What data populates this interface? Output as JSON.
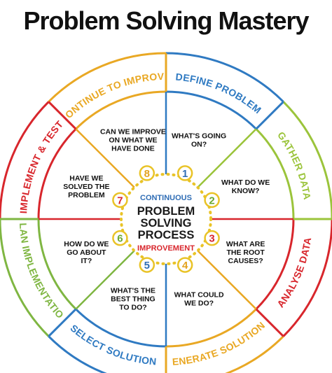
{
  "title": "Problem Solving Mastery",
  "center": {
    "top": "CONTINUOUS",
    "line1": "PROBLEM",
    "line2": "SOLVING",
    "line3": "PROCESS",
    "bottom": "IMPROVEMENT",
    "top_color": "#2f6db5",
    "bottom_color": "#d8262c"
  },
  "segments": [
    {
      "label": "DEFINE PROBLEM",
      "color": "#2f7ac2",
      "question": [
        "WHAT'S GOING",
        "ON?"
      ],
      "number": "1",
      "num_color": "#2f6db5"
    },
    {
      "label": "GATHER DATA",
      "color": "#9bc43b",
      "question": [
        "WHAT DO WE",
        "KNOW?"
      ],
      "number": "2",
      "num_color": "#6aa832"
    },
    {
      "label": "ANALYSE DATA",
      "color": "#d8262c",
      "question": [
        "WHAT ARE",
        "THE ROOT",
        "CAUSES?"
      ],
      "number": "3",
      "num_color": "#d8262c"
    },
    {
      "label": "GENERATE SOLUTIONS",
      "color": "#e9a824",
      "question": [
        "WHAT COULD",
        "WE DO?"
      ],
      "number": "4",
      "num_color": "#e3a21e"
    },
    {
      "label": "SELECT SOLUTION",
      "color": "#2f7ac2",
      "question": [
        "WHAT'S THE",
        "BEST THING",
        "TO DO?"
      ],
      "number": "5",
      "num_color": "#2f6db5"
    },
    {
      "label": "PLAN IMPLEMENTATION",
      "color": "#7fb642",
      "question": [
        "HOW DO WE",
        "GO ABOUT",
        "IT?"
      ],
      "number": "6",
      "num_color": "#6aa832"
    },
    {
      "label": "IMPLEMENT & TEST",
      "color": "#d8262c",
      "question": [
        "HAVE WE",
        "SOLVED THE",
        "PROBLEM"
      ],
      "number": "7",
      "num_color": "#d8262c"
    },
    {
      "label": "CONTINUE TO IMPROVE",
      "color": "#e9a824",
      "question": [
        "CAN WE IMPROVE",
        "ON WHAT WE",
        "HAVE DONE"
      ],
      "number": "8",
      "num_color": "#e3a21e"
    }
  ]
}
